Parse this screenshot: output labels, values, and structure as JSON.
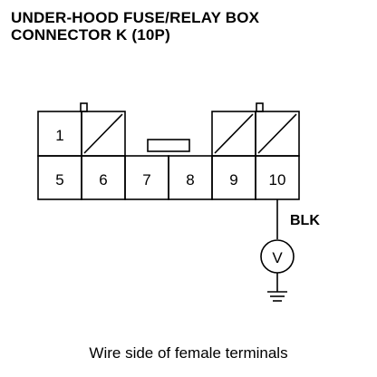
{
  "title": {
    "line1": "UNDER-HOOD FUSE/RELAY BOX",
    "line2": "CONNECTOR K (10P)"
  },
  "connector": {
    "pins": {
      "p1": "1",
      "p5": "5",
      "p6": "6",
      "p7": "7",
      "p8": "8",
      "p9": "9",
      "p10": "10"
    }
  },
  "wire": {
    "color_label": "BLK"
  },
  "meter": {
    "symbol": "V",
    "icon": "voltmeter-icon"
  },
  "ground": {
    "icon": "ground-icon"
  },
  "caption": "Wire side of female terminals"
}
